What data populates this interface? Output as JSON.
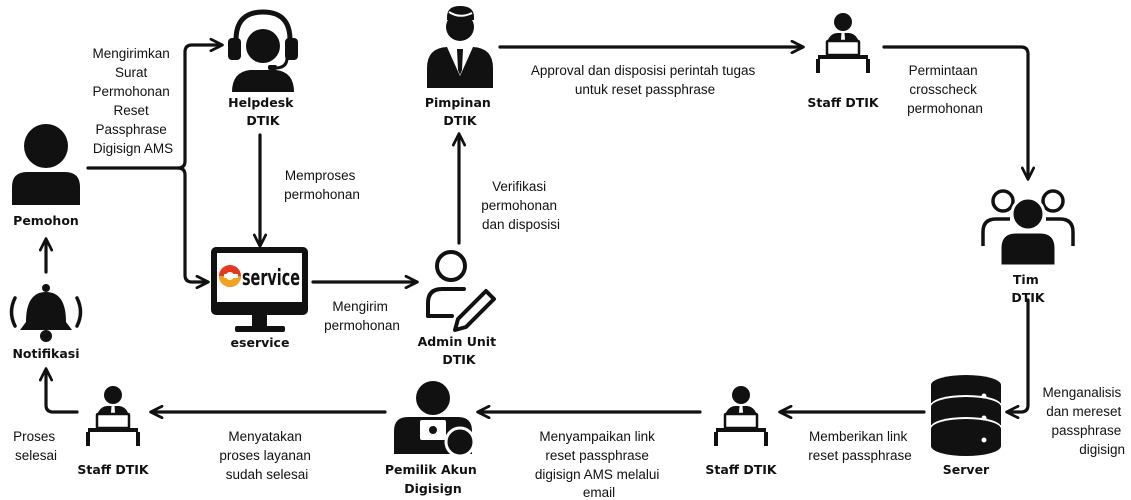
{
  "nodes": {
    "pemohon": [
      "Pemohon"
    ],
    "helpdesk": [
      "Helpdesk",
      "DTIK"
    ],
    "eservice": [
      "eservice"
    ],
    "eservice_logo": {
      "letter": "e",
      "word": "service"
    },
    "admin": [
      "Admin Unit",
      "DTIK"
    ],
    "pimpinan": [
      "Pimpinan",
      "DTIK"
    ],
    "staff_top": [
      "Staff DTIK"
    ],
    "tim": [
      "Tim",
      "DTIK"
    ],
    "server": [
      "Server"
    ],
    "staff_mid": [
      "Staff DTIK"
    ],
    "pemilik": [
      "Pemilik Akun",
      "Digisign"
    ],
    "staff_left": [
      "Staff DTIK"
    ],
    "notifikasi": [
      "Notifikasi"
    ]
  },
  "edges": {
    "kirim_surat": [
      "Mengirimkan",
      "Surat",
      "Permohonan",
      "Reset",
      "Passphrase",
      "Digisign AMS"
    ],
    "memproses": [
      "Memproses",
      "permohonan"
    ],
    "mengirim": [
      "Mengirim",
      "permohonan"
    ],
    "verifikasi": [
      "Verifikasi",
      "permohonan",
      "dan disposisi"
    ],
    "approval": [
      "Approval dan disposisi perintah tugas",
      "untuk reset passphrase"
    ],
    "permintaan": [
      "Permintaan",
      "crosscheck",
      "permohonan"
    ],
    "menganalisis": [
      "Menganalisis",
      "dan mereset",
      "passphrase",
      "digisign"
    ],
    "memberikan": [
      "Memberikan link",
      "reset passphrase"
    ],
    "menyampaikan": [
      "Menyampaikan link",
      "reset passphrase",
      "digisign AMS melalui",
      "email"
    ],
    "menyatakan": [
      "Menyatakan",
      "proses layanan",
      "sudah selesai"
    ],
    "proses_selesai": [
      "Proses",
      "selesai"
    ]
  },
  "colors": {
    "ink": "#111111",
    "logo_e_top": "#e5381f",
    "logo_e_bottom": "#f2a21c",
    "screen": "#ffffff"
  }
}
